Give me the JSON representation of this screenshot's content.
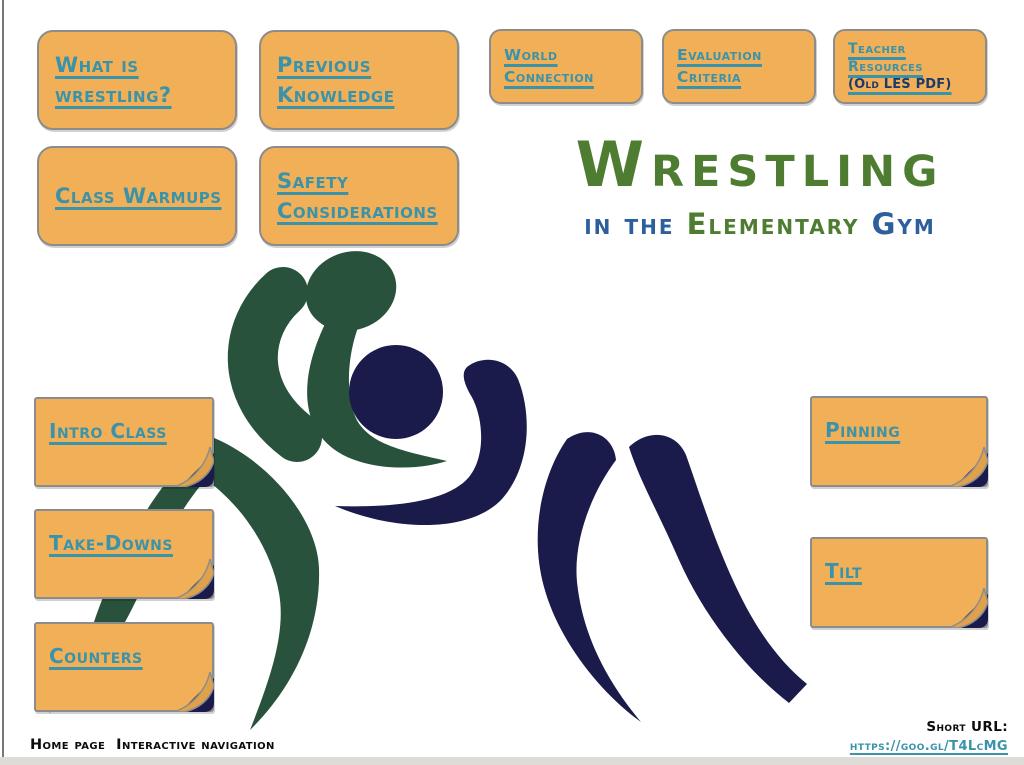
{
  "slide": {
    "title": "Wrestling",
    "subtitle": {
      "part1": "in the ",
      "part2": "Elementary ",
      "part3": "Gym"
    },
    "footer_left": "Home page  Interactive navigation",
    "short_url_label": "Short URL:",
    "short_url": "https://goo.gl/T4LcMG"
  },
  "buttons": {
    "top_left": [
      {
        "label": "What is wrestling?"
      },
      {
        "label": "Previous Knowledge"
      },
      {
        "label": "Class Warmups"
      },
      {
        "label": "Safety Considerations"
      }
    ],
    "top_right": [
      {
        "label": "World Connection"
      },
      {
        "label": "Evaluation Criteria"
      },
      {
        "label": "Teacher Resources",
        "sublabel": "(Old LES PDF)"
      }
    ],
    "left_stack": [
      {
        "label": "Intro Class"
      },
      {
        "label": "Take-Downs"
      },
      {
        "label": "Counters"
      }
    ],
    "right_stack": [
      {
        "label": "Pinning"
      },
      {
        "label": "Tilt"
      }
    ]
  },
  "icons": {
    "pictogram": "wrestling-pictogram",
    "fold": "folded-corner-icon"
  },
  "colors": {
    "button_orange": "#f1b058",
    "button_border": "#8c8c8c",
    "fold_orange": "#dfa14b",
    "link_teal": "#3b93a9",
    "pdf_navy": "#1e3a6d",
    "title_green": "#4e7d31",
    "title_blue": "#2e5f9d",
    "wrestler_green": "#28523c",
    "wrestler_navy": "#1a1a4b",
    "footer_black": "#0c0c0c",
    "edge_gray": "#4a4a4a",
    "bottom_strip": "#dfdbd7"
  }
}
